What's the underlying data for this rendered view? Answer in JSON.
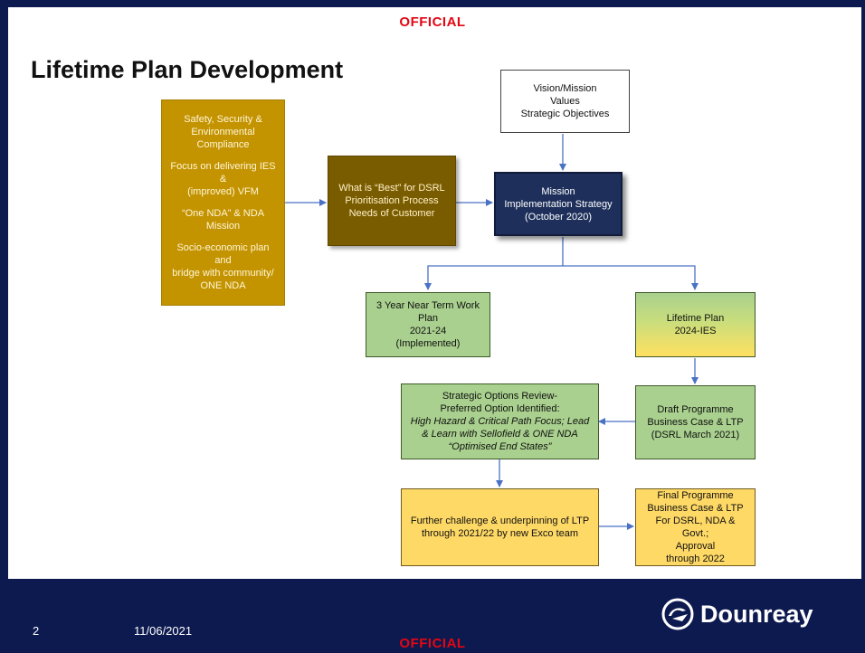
{
  "header": {
    "classification": "OFFICIAL"
  },
  "title": "Lifetime Plan Development",
  "boxes": {
    "drivers": {
      "line1": "Safety, Security &",
      "line2": "Environmental",
      "line3": "Compliance",
      "line4": "Focus on delivering IES &",
      "line5": "(improved) VFM",
      "line6": "“One NDA” & NDA",
      "line7": "Mission",
      "line8": "Socio-economic plan and",
      "line9": "bridge with community/",
      "line10": "ONE NDA"
    },
    "best": {
      "line1": "What is “Best” for DSRL",
      "line2": "Prioritisation Process",
      "line3": "Needs of Customer"
    },
    "vision": {
      "line1": "Vision/Mission",
      "line2": "Values",
      "line3": "Strategic Objectives"
    },
    "mission": {
      "line1": "Mission",
      "line2": "Implementation Strategy",
      "line3": "(October 2020)"
    },
    "near_term": {
      "line1": "3 Year Near Term Work",
      "line2": "Plan",
      "line3": "2021-24",
      "line4": "(Implemented)"
    },
    "lifetime": {
      "line1": "Lifetime Plan",
      "line2": "2024-IES"
    },
    "strategic": {
      "line1": "Strategic Options Review-",
      "line2": "Preferred Option Identified:",
      "line3": "High Hazard & Critical Path Focus; Lead",
      "line4": "& Learn with Sellofield & ONE NDA",
      "line5": "“Optimised End States”"
    },
    "draft": {
      "line1": "Draft Programme",
      "line2": "Business Case & LTP",
      "line3": "(DSRL March 2021)"
    },
    "further": {
      "line1": "Further challenge & underpinning of LTP",
      "line2": "through 2021/22 by new Exco team"
    },
    "final": {
      "line1": "Final  Programme",
      "line2": "Business Case & LTP",
      "line3": "For DSRL, NDA & Govt.;",
      "line4": "Approval",
      "line5": "through 2022"
    }
  },
  "footer": {
    "page_number": "2",
    "date": "11/06/2021",
    "brand": "Dounreay",
    "classification": "OFFICIAL"
  },
  "colors": {
    "navy": "#0d1a4f",
    "official_red": "#e30613",
    "gold": "#c39300",
    "brown": "#7a5c00",
    "mission_navy": "#1d2f5a",
    "green": "#a9d08e",
    "yellow": "#ffd966",
    "arrow": "#4a72c4"
  }
}
